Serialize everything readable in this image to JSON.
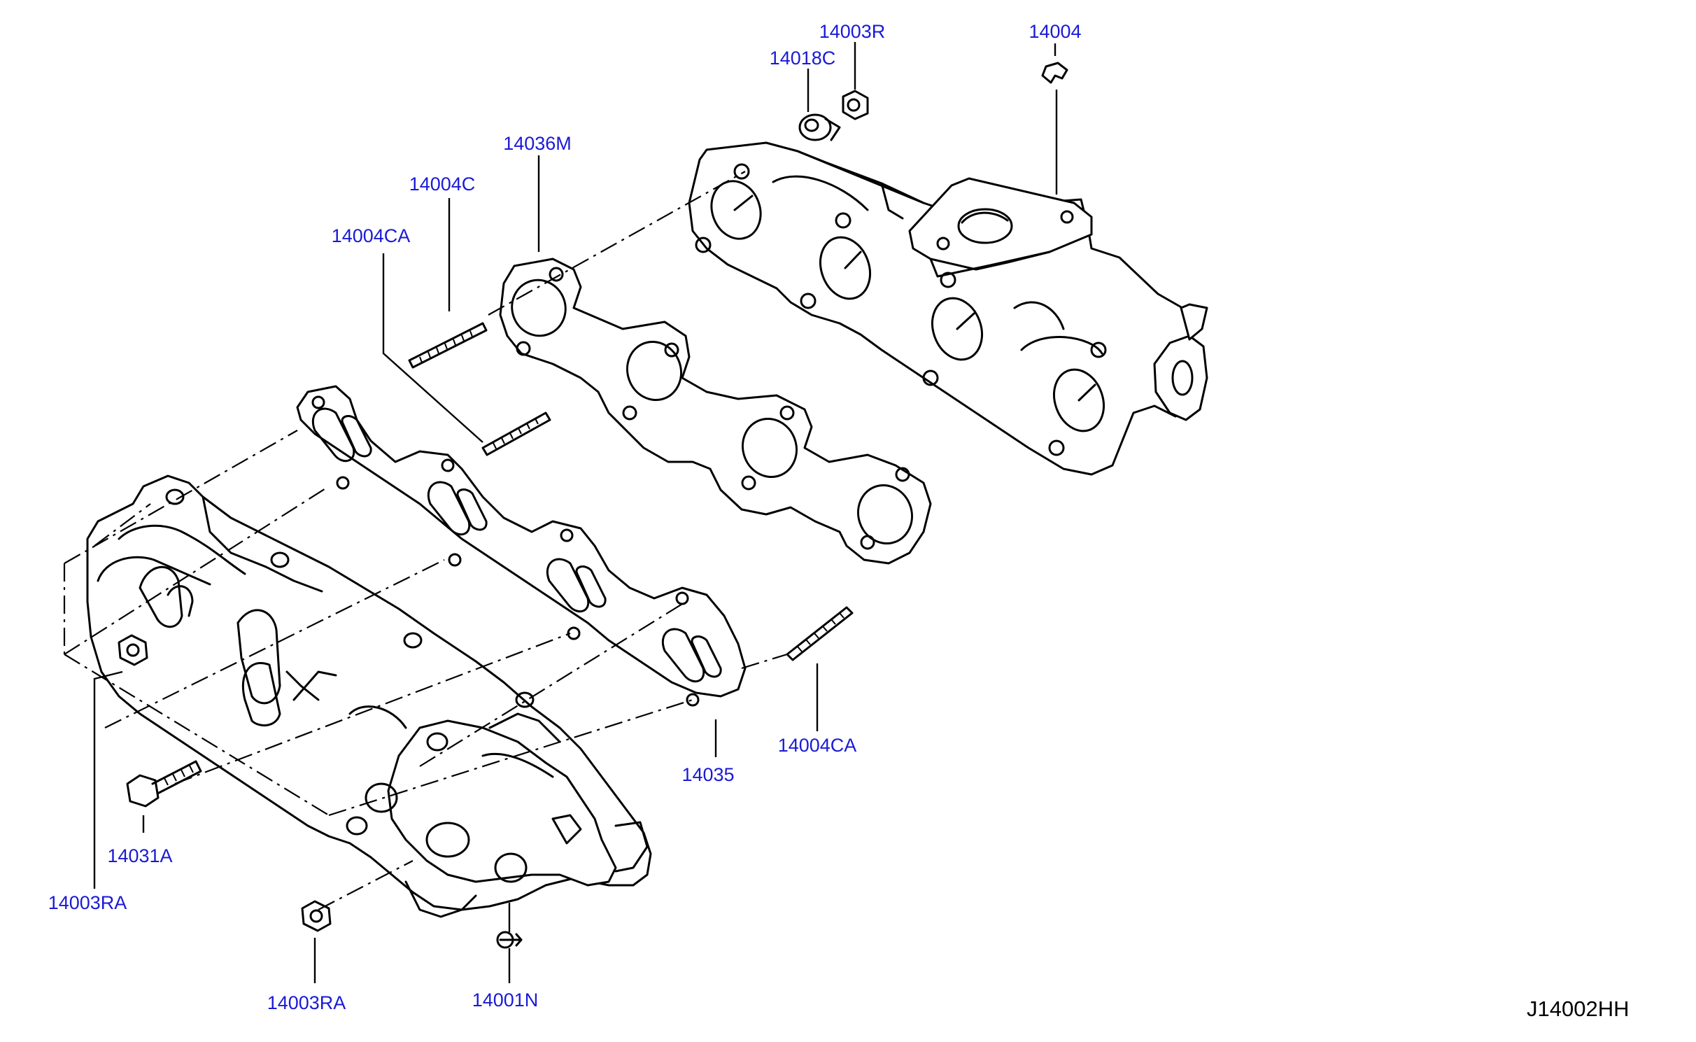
{
  "colors": {
    "label": "#1a1ad6",
    "leader": "#000000",
    "line_art": "#000000",
    "code": "#000000",
    "background": "#ffffff"
  },
  "labels": {
    "p14003R": "14003R",
    "p14004": "14004",
    "p14018C": "14018C",
    "p14036M": "14036M",
    "p14004C": "14004C",
    "p14004CA_top": "14004CA",
    "p14004CA_right": "14004CA",
    "p14035": "14035",
    "p14031A": "14031A",
    "p14003RA_left": "14003RA",
    "p14003RA_bottom": "14003RA",
    "p14001N": "14001N"
  },
  "drawing_code": "J14002HH"
}
